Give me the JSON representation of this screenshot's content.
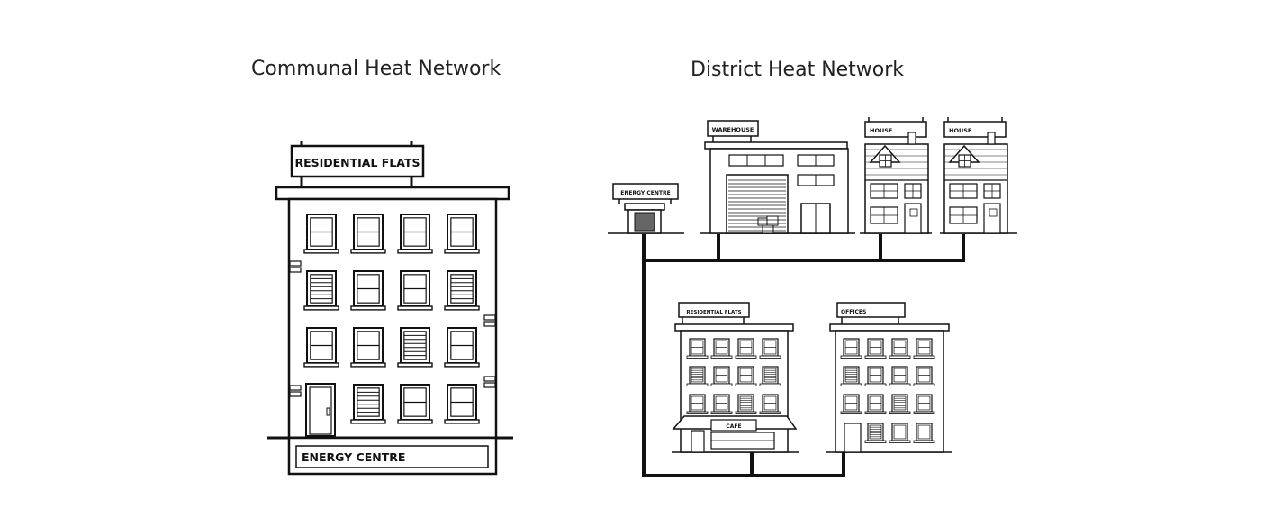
{
  "titles": {
    "communal": "Communal Heat Network",
    "district": "District Heat Network"
  },
  "communal": {
    "sign": "RESIDENTIAL FLATS",
    "base": "ENERGY CENTRE"
  },
  "district": {
    "energy_centre": "ENERGY CENTRE",
    "warehouse": "WAREHOUSE",
    "house_1": "HOUSE",
    "house_2": "HOUSE",
    "flats": "RESIDENTIAL FLATS",
    "cafe": "CAFE",
    "offices": "OFFICES"
  },
  "colors": {
    "line": "#111111",
    "background": "#ffffff"
  }
}
